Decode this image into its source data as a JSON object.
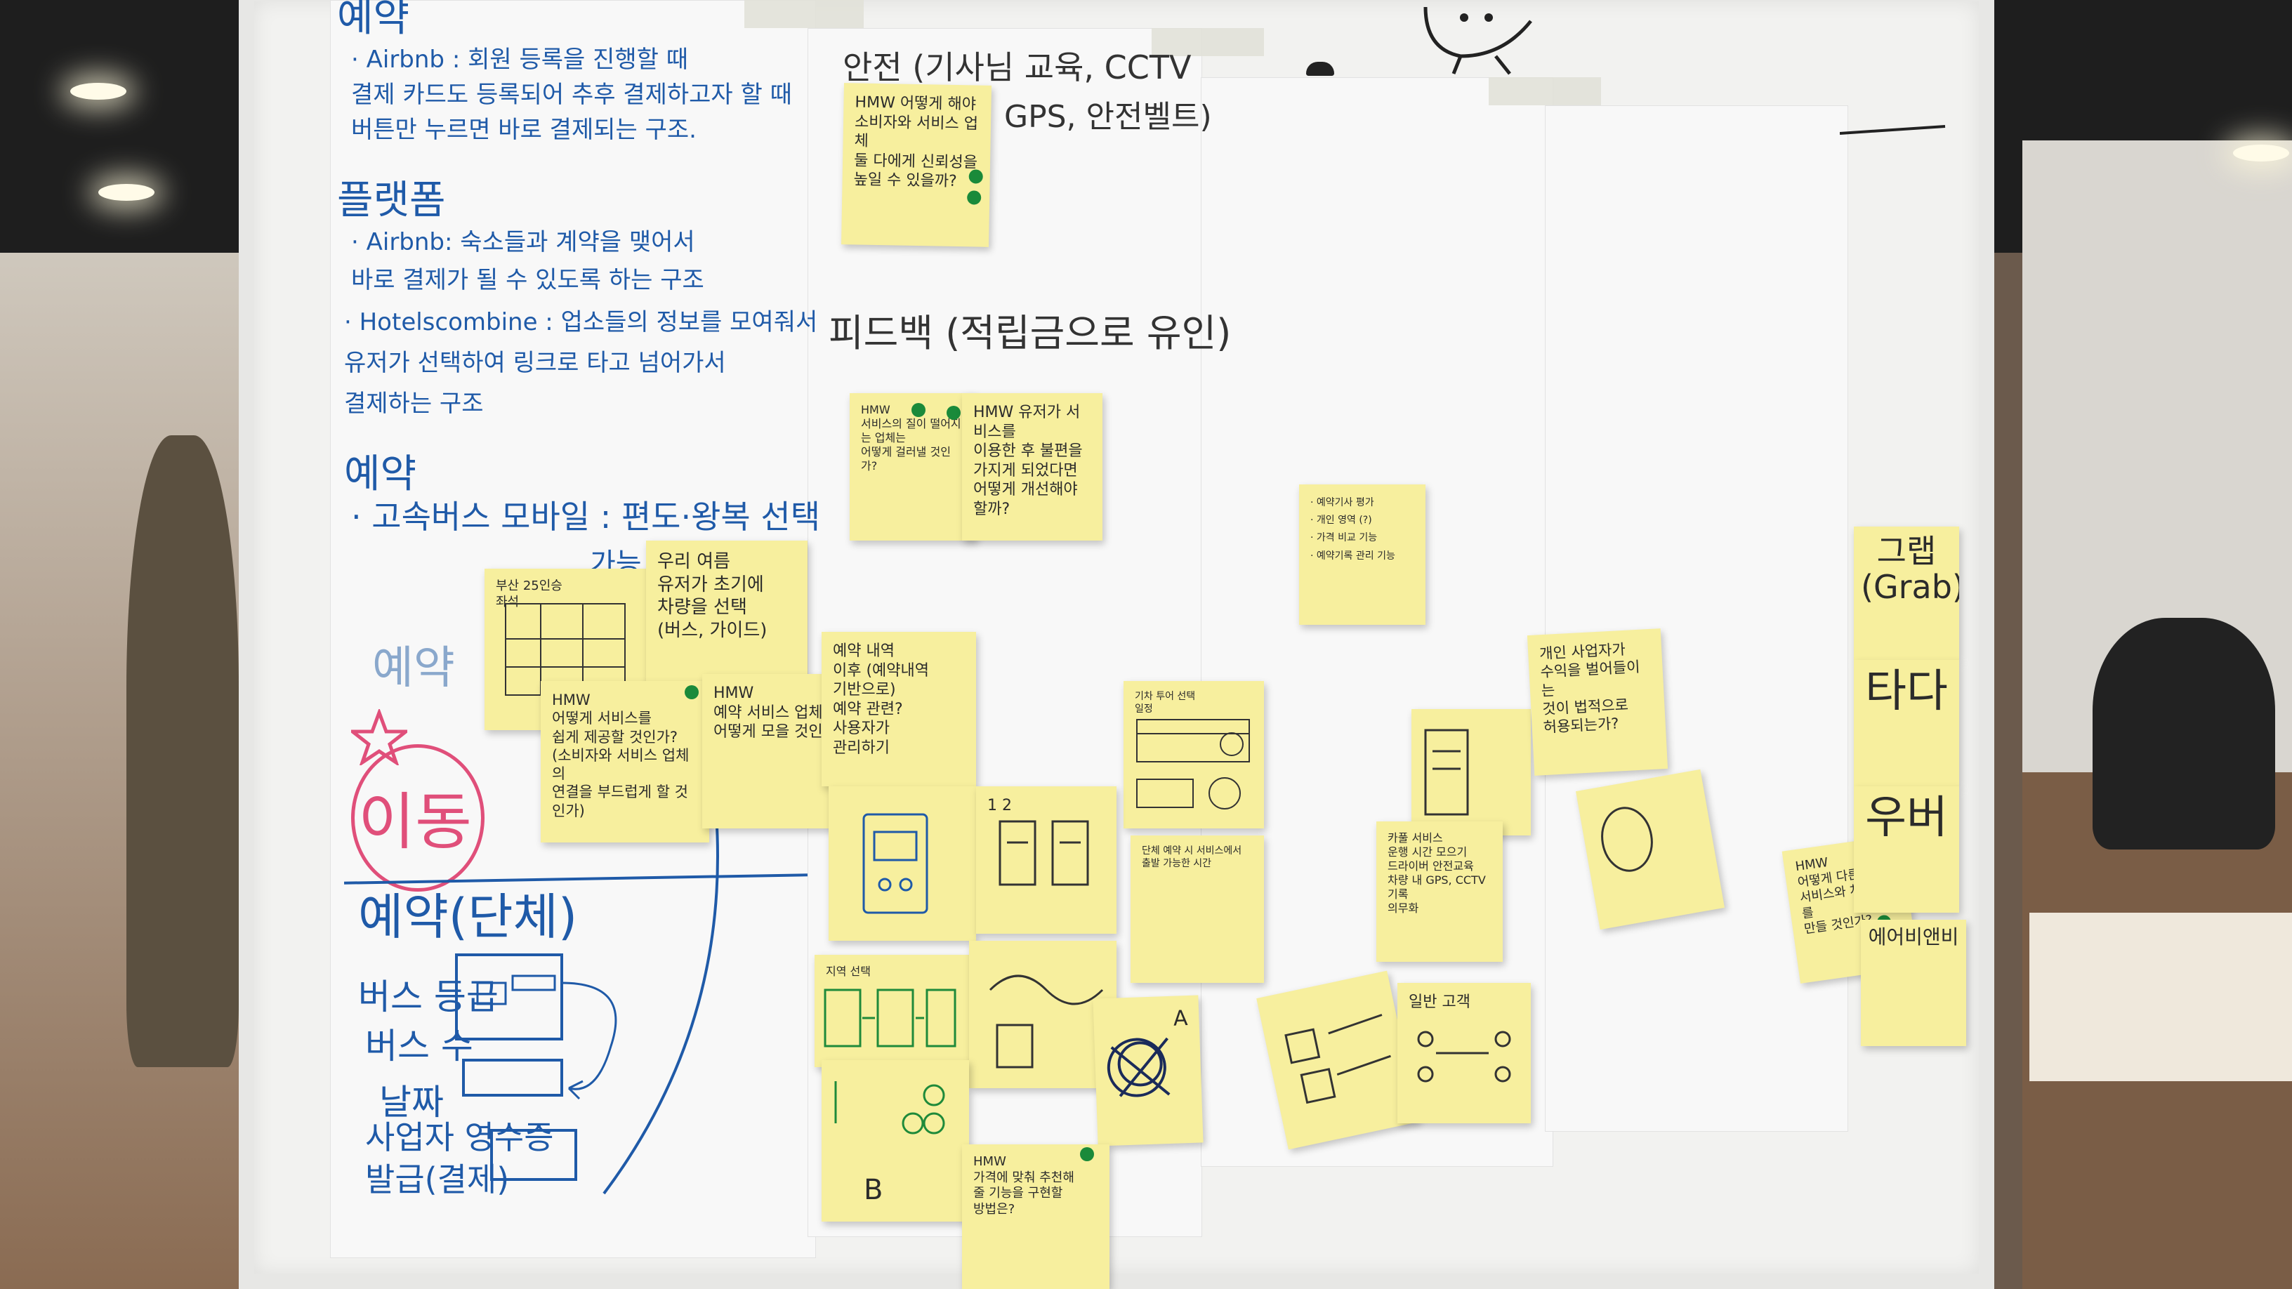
{
  "board": {
    "col1": {
      "heading_top": "예약",
      "airbnb_payment": "· Airbnb : 회원 등록을 진행할 때\n결제 카드도 등록되어 추후 결제하고자 할 때\n버튼만 누르면 바로 결제되는 구조.",
      "platform_title": "플랫폼",
      "platform_airbnb": "· Airbnb: 숙소들과 계약을 맺어서\n바로 결제가 될 수 있도록 하는 구조",
      "platform_hotels": "· Hotelscombine : 업소들의 정보를 모여줘서\n유저가 선택하여 링크로 타고 넘어가서\n결제하는 구조",
      "reservation_title": "예약",
      "express_bus": "· 고속버스 모바일 : 편도·왕복 선택",
      "express_bus_cont": "가능",
      "reservation_side": "예약",
      "move_label": "이동",
      "group_title": "예약(단체)",
      "group_lines": [
        "버스 등급",
        "버스 수",
        "날짜",
        "사업자 영수증\n발급(결제)"
      ]
    },
    "col2": {
      "safety_title": "안전 (기사님 교육, CCTV",
      "safety_cont": "GPS, 안전벨트)",
      "feedback_title": "피드백 (적립금으로 유인)"
    },
    "notes": {
      "n_safety": "HMW 어떻게 해야\n소비자와 서비스 업체\n둘 다에게 신뢰성을\n높일 수 있을까?",
      "n_fb1": "HMW\n서비스의 질이 떨어지는 업체는\n어떻게 걸러낼 것인가?",
      "n_fb2": "HMW 유저가 서비스를\n이용한 후 불편을\n가지게 되었다면\n어떻게 개선해야 할까?",
      "n_bus_map": "부산 25인승\n좌석",
      "n_bus_choice": "우리 여름\n유저가 초기에\n차량을 선택\n(버스, 가이드)",
      "n_hmw_easy": "HMW\n어떻게 서비스를\n쉽게 제공할 것인가?\n(소비자와 서비스 업체의\n연결을 부드럽게 할 것인가)",
      "n_hmw_reserve": "HMW\n예약 서비스 업체들을\n어떻게 모을 것인가?",
      "n_history": "예약 내역\n이후 (예약내역\n기반으로)\n예약 관련?\n사용자가\n관리하기",
      "n_middle": "· 예약기사 평가\n· 개인 영역 (?)\n· 가격 비교 기능\n· 예약기록 관리 기능",
      "n_tour_pick": "기차 투어 선택\n일정",
      "n_sketch_a": "1   2",
      "n_sketch_b": "",
      "n_sketch_c": "",
      "n_pickup": "단체 예약 시 서비스에서\n출발 가능한 시간",
      "n_region": "지역 선택",
      "n_sketch_d": "",
      "n_sketch_e": "A",
      "n_b": "B",
      "n_hmw_bottom": "HMW\n가격에 맞춰 추천해\n줄 기능을 구현할\n방법은?",
      "n_phone": "",
      "n_personal": "개인 사업자가\n수익을 벌어들이는\n것이 법적으로\n허용되는가?",
      "n_carpool": "카풀 서비스\n운행 시간 모으기\n드라이버 안전교육\n차량 내 GPS, CCTV 기록\n의무화",
      "n_rough": "",
      "n_list": "",
      "n_customer": "일반 고객",
      "n_hmw_right": "HMW\n어떻게 다른 예약\n서비스와 차별화를\n만들 것인가?",
      "n_grab": "그랩\n(Grab)",
      "n_tada": "타다",
      "n_uber": "우버",
      "n_airbnb_k": "에어비앤비"
    }
  },
  "colors": {
    "blue_ink": "#1f5aa8",
    "sticky": "#f7ef9e",
    "green_dot": "#1a8a3a",
    "pink_ink": "#e04f7a"
  }
}
